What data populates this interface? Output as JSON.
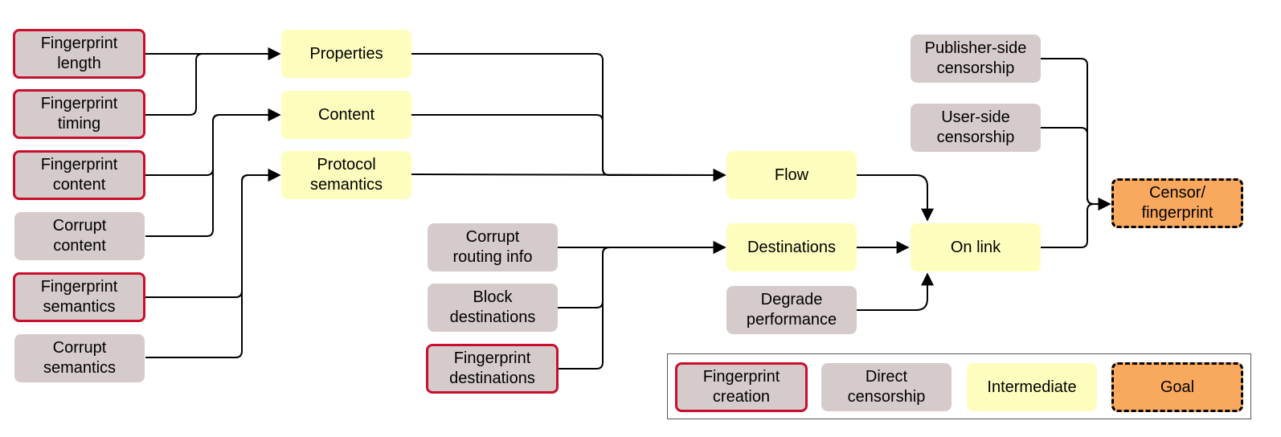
{
  "nodes": {
    "fp_length": "Fingerprint\nlength",
    "fp_timing": "Fingerprint\ntiming",
    "fp_content": "Fingerprint\ncontent",
    "corrupt_content": "Corrupt\ncontent",
    "fp_semantics": "Fingerprint\nsemantics",
    "corrupt_semantics": "Corrupt\nsemantics",
    "properties": "Properties",
    "content": "Content",
    "protocol_semantics": "Protocol\nsemantics",
    "corrupt_routing": "Corrupt\nrouting info",
    "block_destinations": "Block\ndestinations",
    "fp_destinations": "Fingerprint\ndestinations",
    "flow": "Flow",
    "destinations": "Destinations",
    "degrade_performance": "Degrade\nperformance",
    "on_link": "On link",
    "publisher_censorship": "Publisher-side\ncensorship",
    "user_censorship": "User-side\ncensorship",
    "goal": "Censor/\nfingerprint"
  },
  "legend": {
    "fingerprint_creation": "Fingerprint\ncreation",
    "direct_censorship": "Direct\ncensorship",
    "intermediate": "Intermediate",
    "goal": "Goal"
  },
  "colors": {
    "fingerprint_border": "#c8102e",
    "direct_fill": "#d6cbcb",
    "intermediate_fill": "#fdfdbe",
    "goal_fill": "#f9a95e"
  }
}
